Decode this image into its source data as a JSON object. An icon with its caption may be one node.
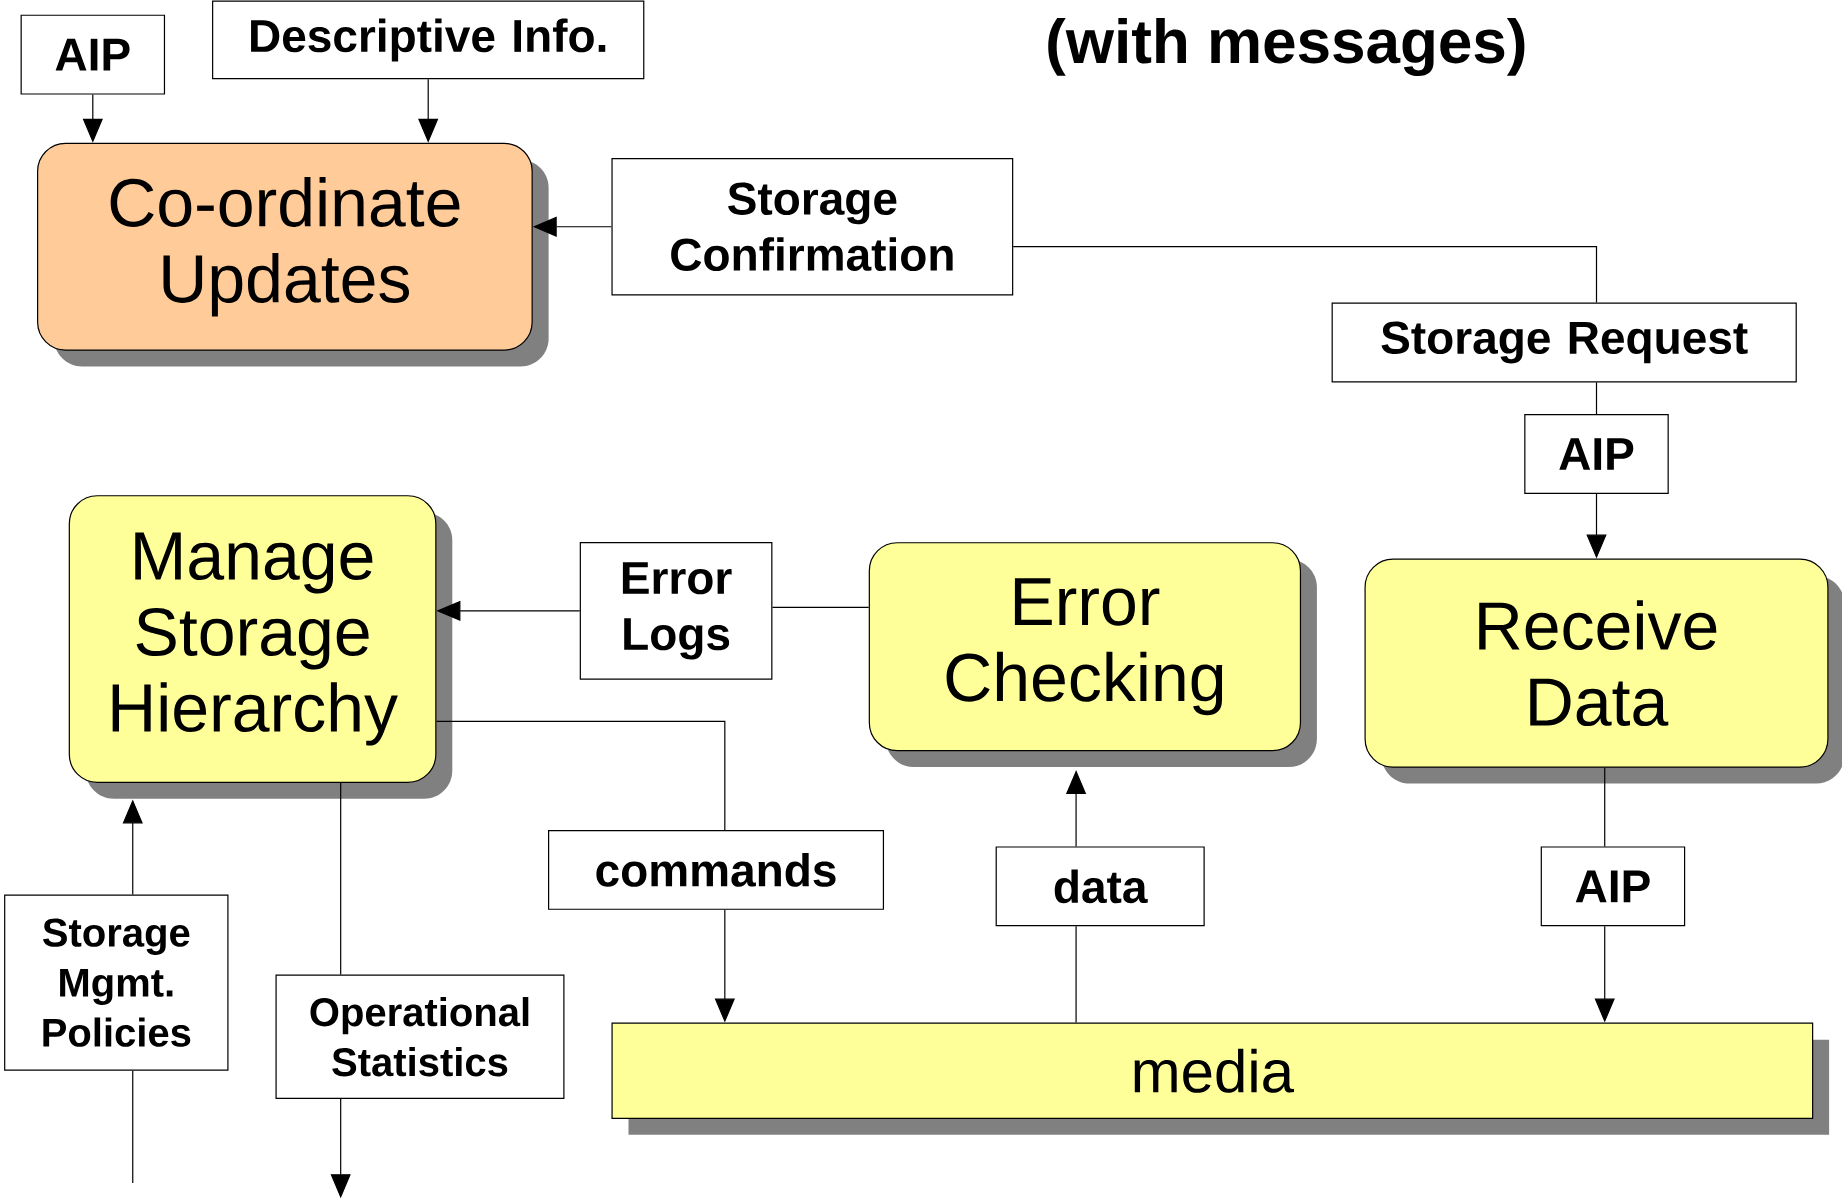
{
  "diagram": {
    "title": "(with messages)",
    "nodes": [
      {
        "text": [
          "AIP"
        ]
      },
      {
        "text": [
          "Descriptive Info."
        ]
      },
      {
        "text": [
          "Co-ordinate Updates"
        ]
      },
      {
        "text": [
          "Storage Confirmation"
        ]
      },
      {
        "text": [
          "Storage Request"
        ]
      },
      {
        "text": [
          "AIP"
        ]
      },
      {
        "text": [
          "Manage Storage Hierarchy"
        ]
      },
      {
        "text": [
          "Error Logs"
        ]
      },
      {
        "text": [
          "Error Checking"
        ]
      },
      {
        "text": [
          "Receive Data"
        ]
      },
      {
        "text": [
          "commands"
        ]
      },
      {
        "text": [
          "data"
        ]
      },
      {
        "text": [
          "AIP"
        ]
      },
      {
        "text": [
          "Storage Mgmt. Policies"
        ]
      },
      {
        "text": [
          "Operational Statistics"
        ]
      },
      {
        "text": [
          "media"
        ]
      }
    ],
    "edges": [
      {
        "from": 0,
        "to": 2,
        "arrow": "to"
      },
      {
        "from": 1,
        "to": 2,
        "arrow": "to"
      },
      {
        "from": 3,
        "to": 2,
        "arrow": "to"
      },
      {
        "from": 3,
        "to": 4,
        "arrow": "none"
      },
      {
        "from": 4,
        "to": 5,
        "arrow": "none"
      },
      {
        "from": 5,
        "to": 9,
        "arrow": "to"
      },
      {
        "from": 8,
        "to": 7,
        "arrow": "none"
      },
      {
        "from": 7,
        "to": 6,
        "arrow": "to"
      },
      {
        "from": 6,
        "to": 10,
        "arrow": "none"
      },
      {
        "from": 10,
        "to": 15,
        "arrow": "to"
      },
      {
        "from": 15,
        "to": 11,
        "arrow": "none"
      },
      {
        "from": 11,
        "to": 8,
        "arrow": "to"
      },
      {
        "from": 9,
        "to": 12,
        "arrow": "none"
      },
      {
        "from": 12,
        "to": 15,
        "arrow": "to"
      },
      {
        "from": 13,
        "to": 6,
        "arrow": "to"
      },
      {
        "from": null,
        "to": 13,
        "arrow": "none"
      },
      {
        "from": 6,
        "to": 14,
        "arrow": "none"
      },
      {
        "from": 14,
        "to": null,
        "arrow": "to"
      }
    ]
  }
}
